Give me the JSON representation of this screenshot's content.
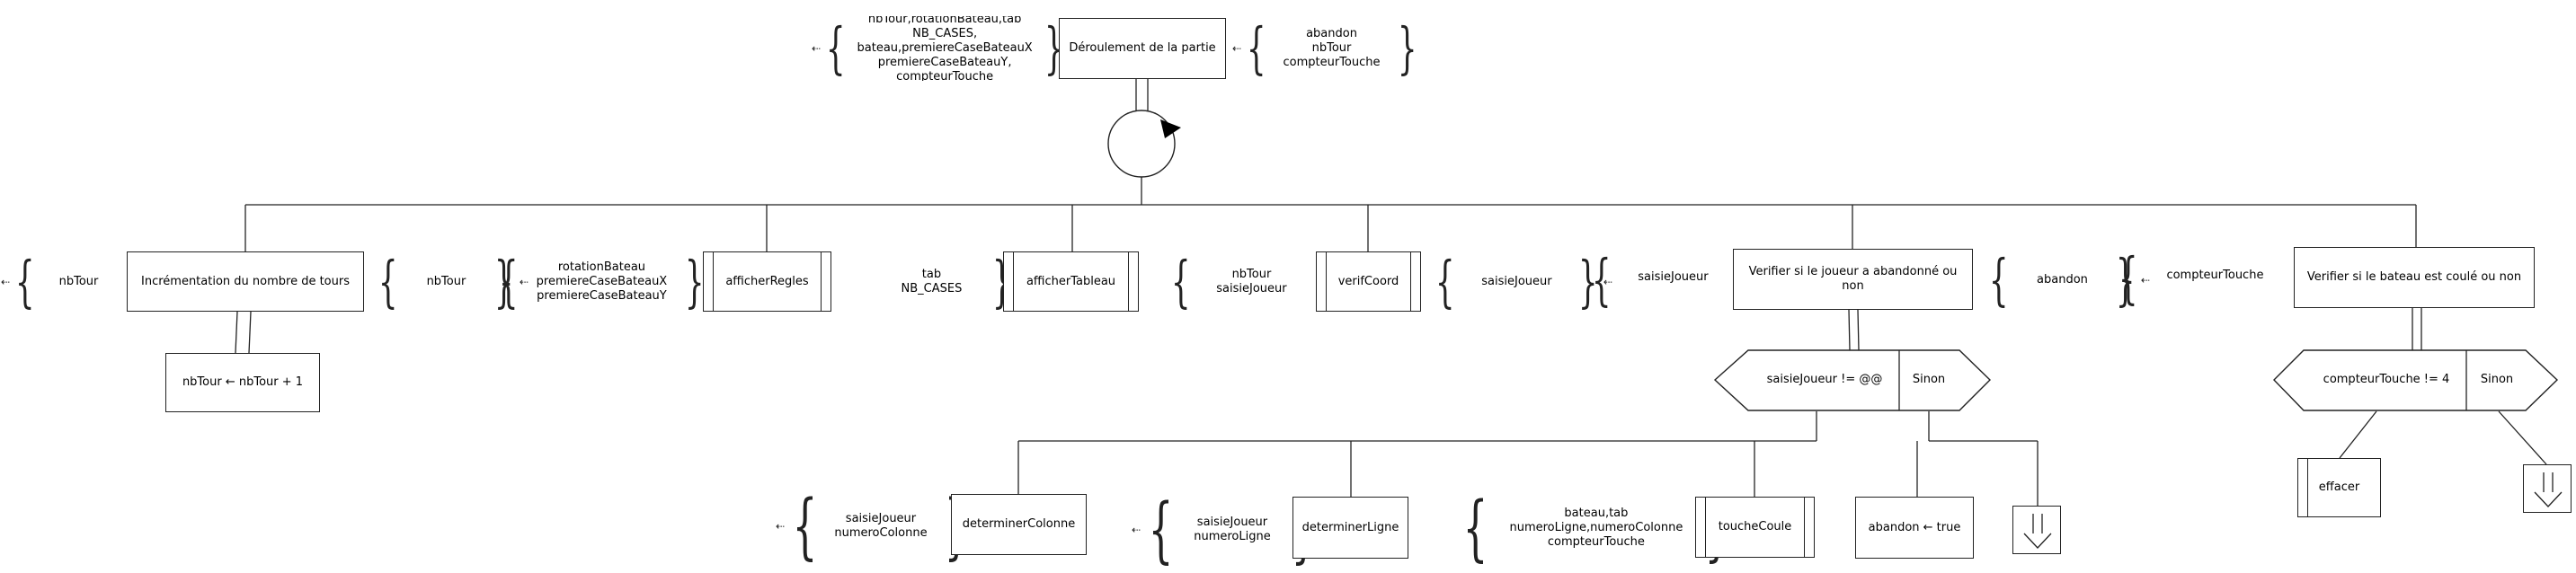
{
  "root": {
    "title": "Déroulement de la partie",
    "inputs": "nbTour,rotationBateau,tab\nNB_CASES,\nbateau,premiereCaseBateauX\npremiereCaseBateauY,\ncompteurTouche",
    "outputs": "abandon\nnbTour\ncompteurTouche"
  },
  "actions": {
    "increment": {
      "in": "nbTour",
      "title": "Incrémentation du nombre de tours",
      "out": "nbTour",
      "child": "nbTour ← nbTour + 1"
    },
    "afficherRegles": {
      "in": "rotationBateau\npremiereCaseBateauX\npremiereCaseBateauY",
      "title": "afficherRegles"
    },
    "afficherTableau": {
      "in": "tab\nNB_CASES",
      "title": "afficherTableau"
    },
    "verifCoord": {
      "in": "nbTour\nsaisieJoueur",
      "title": "verifCoord",
      "out": "saisieJoueur"
    },
    "abandonCheck": {
      "in": "saisieJoueur",
      "title": "Verifier si le joueur a abandonné ou non",
      "out": "abandon",
      "condition": "saisieJoueur != @@",
      "else": "Sinon"
    },
    "couleCheck": {
      "in": "compteurTouche",
      "title": "Verifier si le bateau est coulé ou non",
      "condition": "compteurTouche != 4",
      "else": "Sinon"
    }
  },
  "branch": {
    "determinerColonne": {
      "out": "saisieJoueur\nnumeroColonne",
      "title": "determinerColonne"
    },
    "determinerLigne": {
      "out": "saisieJoueur\nnumeroLigne",
      "title": "determinerLigne"
    },
    "toucheCoule": {
      "in": "bateau,tab\nnumeroLigne,numeroColonne\ncompteurTouche",
      "title": "toucheCoule"
    },
    "abandonTrue": "abandon ← true",
    "effacer": "effacer"
  }
}
